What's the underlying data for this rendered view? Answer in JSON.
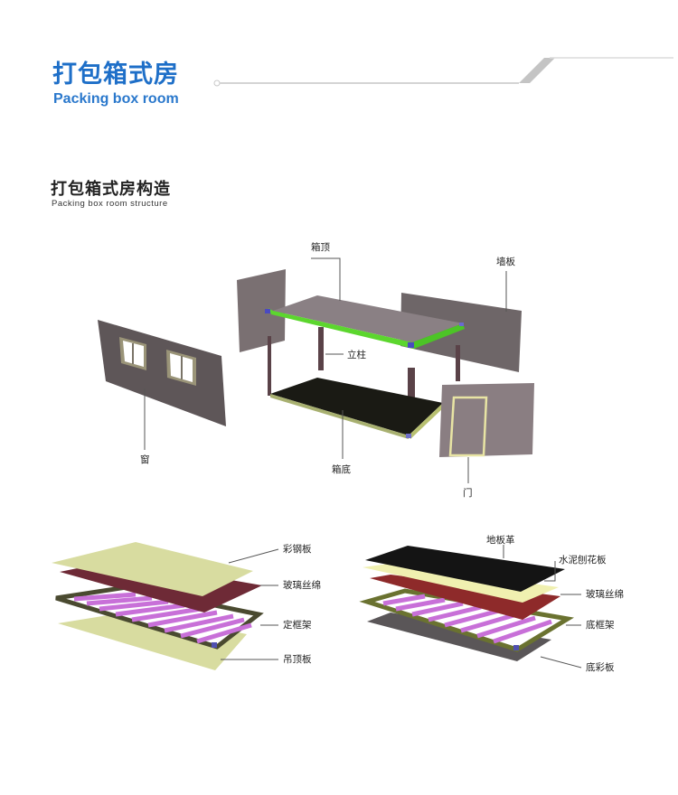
{
  "header": {
    "title": "打包箱式房",
    "subtitle": "Packing box room",
    "accent_color": "#1e6fc8"
  },
  "section": {
    "title": "打包箱式房构造",
    "subtitle": "Packing box room structure"
  },
  "main_diagram": {
    "labels": {
      "roof": "箱顶",
      "wall_panel": "墙板",
      "column": "立柱",
      "window": "窗",
      "base": "箱底",
      "door": "门"
    }
  },
  "roof_layers": {
    "labels": [
      "彩钢板",
      "玻璃丝绵",
      "定框架",
      "吊顶板"
    ]
  },
  "floor_layers": {
    "labels": [
      "地板革",
      "水泥刨花板",
      "玻璃丝绵",
      "底框架",
      "底彩板"
    ]
  },
  "colors": {
    "panel_gray": "#6e6466",
    "frame_green": "#5cd62e",
    "floor_black": "#1a1a14",
    "insulation_maroon": "#6e2a36",
    "steel_sheet_beige": "#d8dca0",
    "joist_purple": "#c870d8",
    "frame_olive": "#4a4a30",
    "bottom_sheet_gray": "#5a5658"
  }
}
